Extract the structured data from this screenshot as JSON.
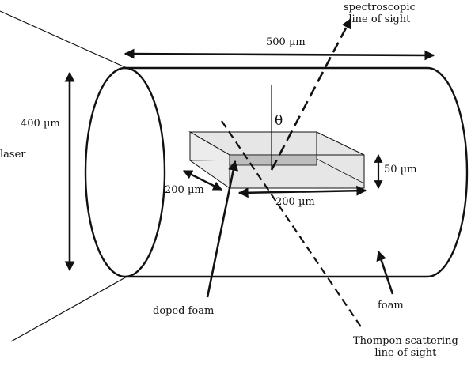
{
  "labels": {
    "spectroscopic": [
      "spectroscopic",
      "line of sight"
    ],
    "length_500": "500 µm",
    "height_400": "400 µm",
    "laser": "laser",
    "theta": "θ",
    "thickness_50": "50 µm",
    "depth_200": "200 µm",
    "width_200": "200 µm",
    "doped_foam": "doped foam",
    "foam": "foam",
    "thomson": [
      "Thompon scattering",
      "line of sight"
    ]
  },
  "colors": {
    "stroke": "#111111",
    "sample_fill": "#e6e6e6",
    "doped_fill": "#bdbdbd"
  }
}
